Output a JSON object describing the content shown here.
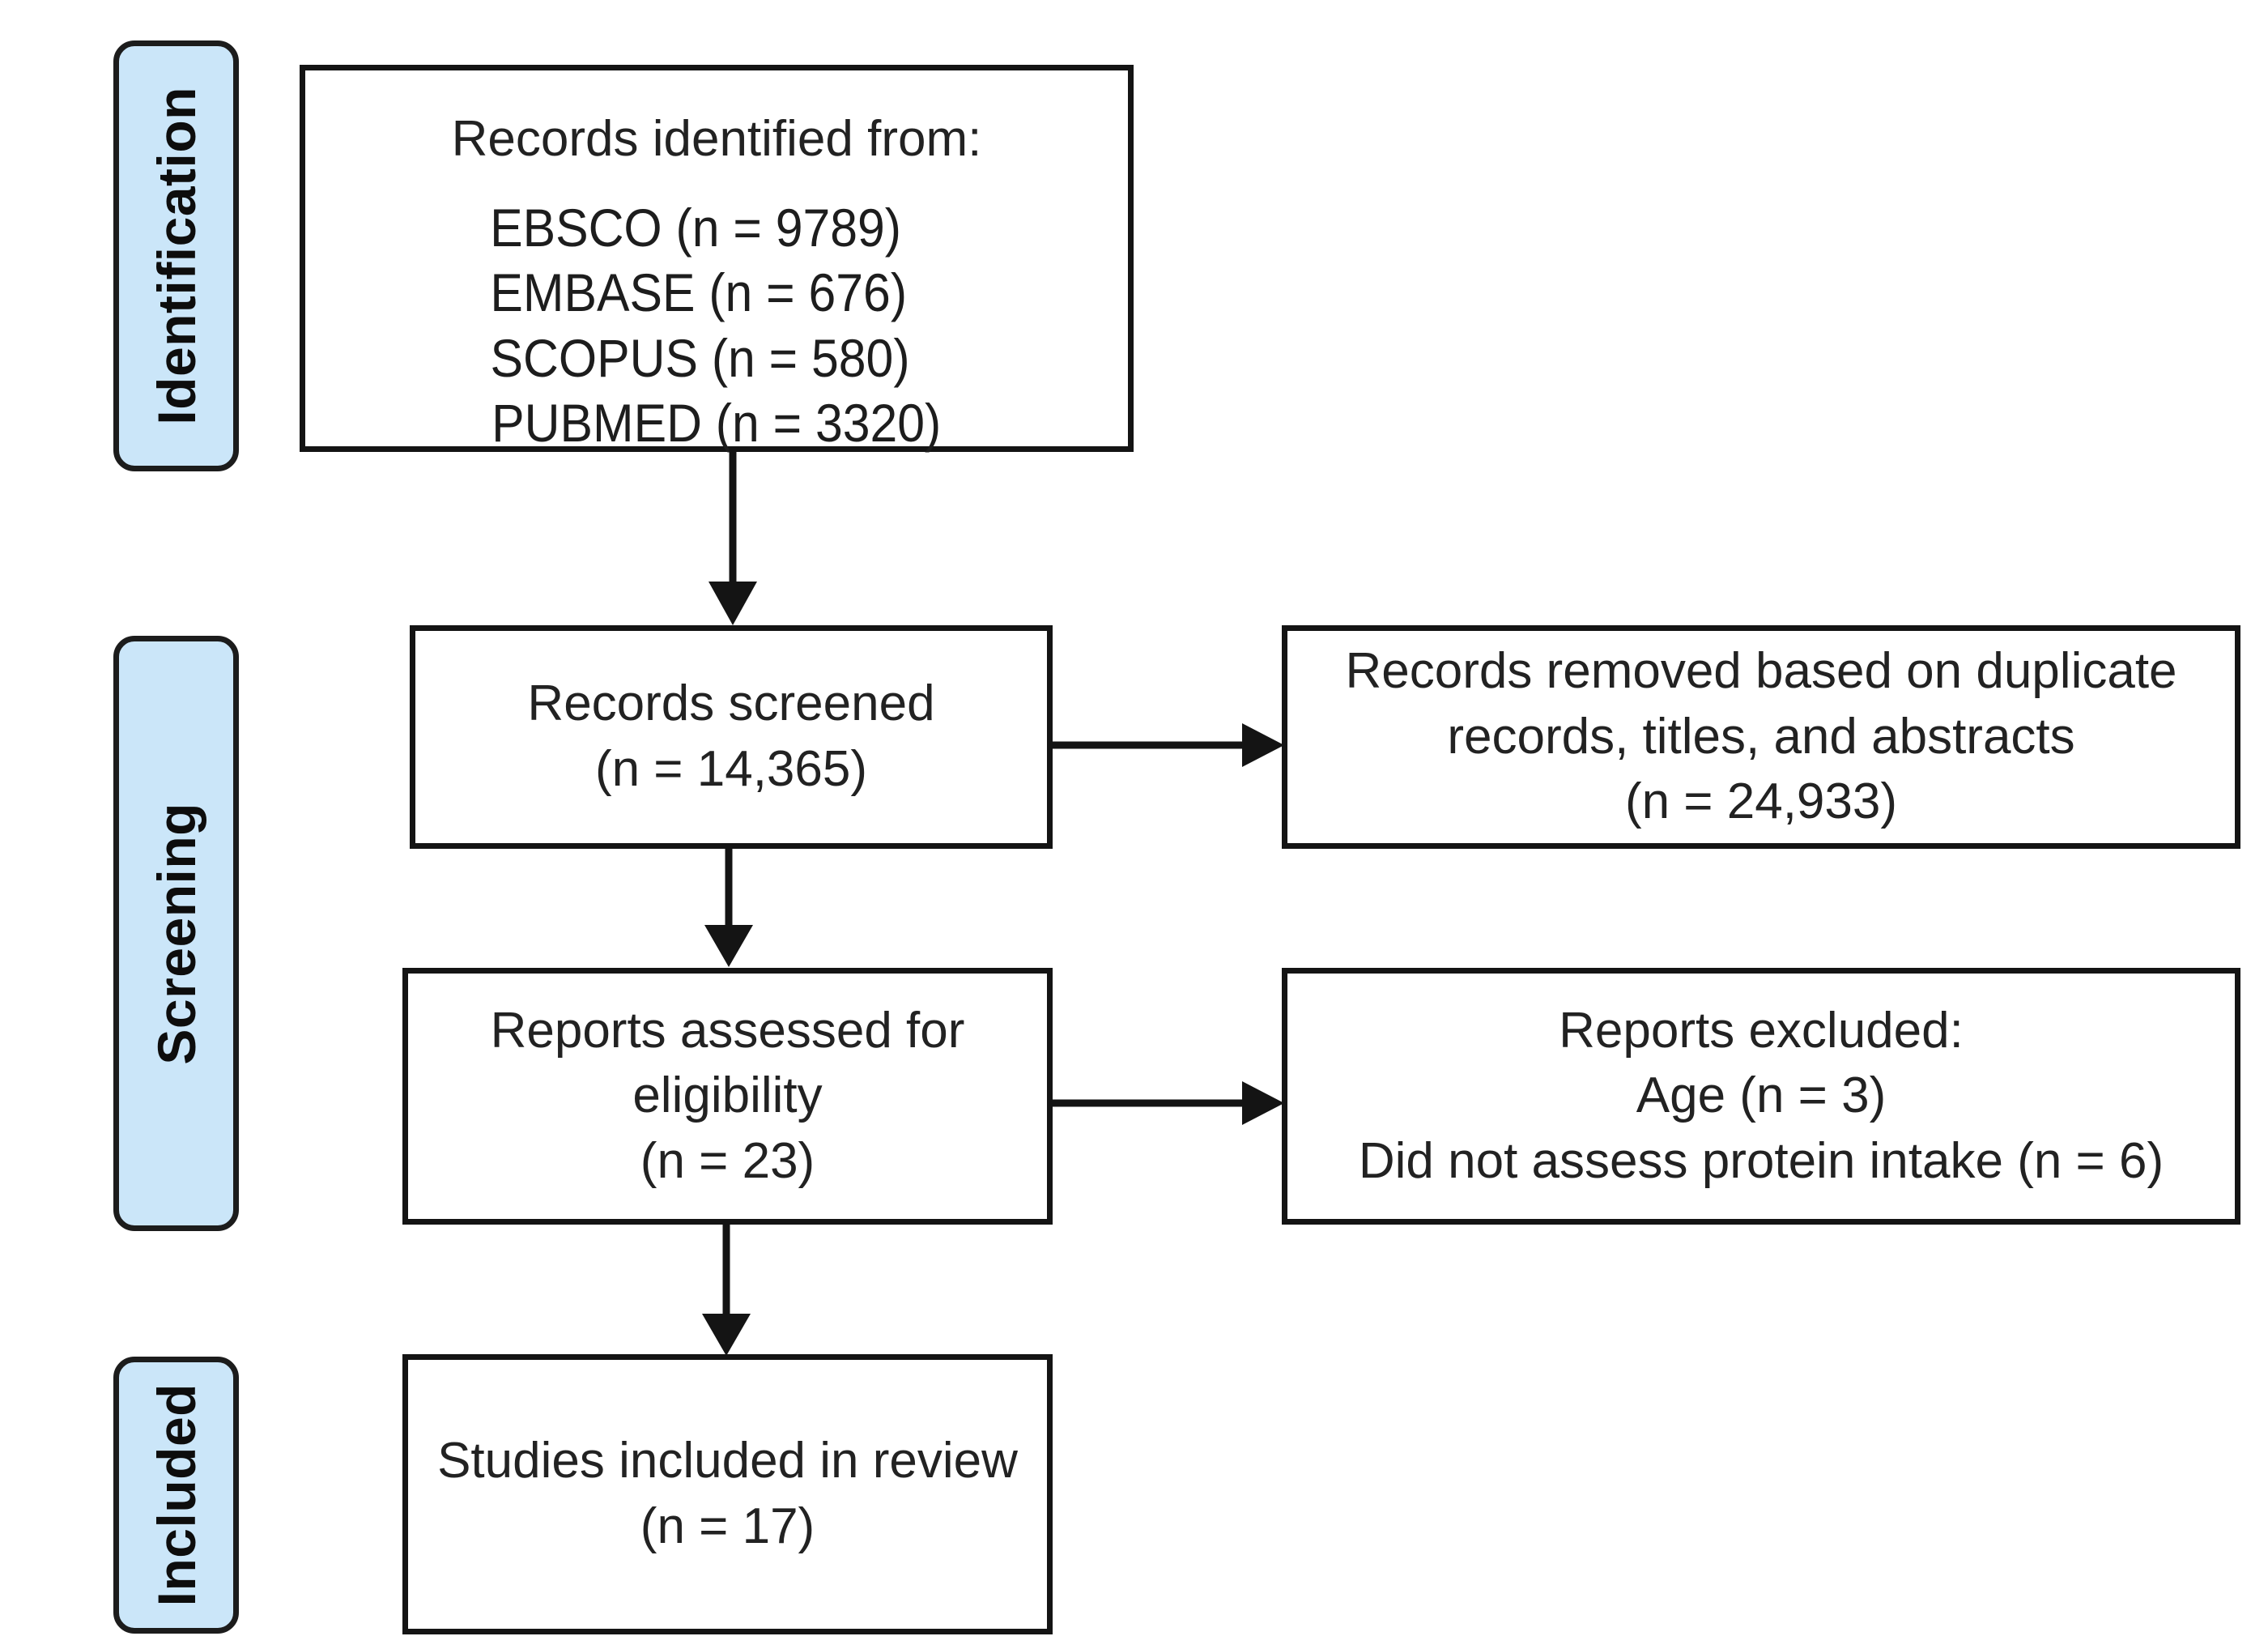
{
  "diagram": {
    "title": "PRISMA flow diagram",
    "type": "flowchart",
    "accent_color": "#cbe6f9",
    "border_color": "#141414",
    "background_color": "#ffffff"
  },
  "phases": [
    {
      "id": "identification",
      "label": "Identification"
    },
    {
      "id": "screening",
      "label": "Screening"
    },
    {
      "id": "included",
      "label": "Included"
    }
  ],
  "boxes": {
    "identified": {
      "heading": "Records identified from:",
      "sources": [
        "EBSCO (n = 9789)",
        "EMBASE (n = 676)",
        "SCOPUS (n = 580)",
        "PUBMED (n = 3320)"
      ]
    },
    "screened": {
      "line1": "Records screened",
      "line2": "(n = 14,365)"
    },
    "removed": {
      "line1": "Records removed based on duplicate",
      "line2": "records, titles, and abstracts",
      "line3": "(n = 24,933)"
    },
    "eligibility": {
      "line1": "Reports assessed for",
      "line2": "eligibility",
      "line3": "(n = 23)"
    },
    "excluded": {
      "line1": "Reports excluded:",
      "line2": "Age (n = 3)",
      "line3": "Did not assess protein intake (n = 6)"
    },
    "included": {
      "line1": "Studies included in review",
      "line2": "(n = 17)"
    }
  },
  "counts": {
    "ebsco": 9789,
    "embase": 676,
    "scopus": 580,
    "pubmed": 3320,
    "records_screened": 14365,
    "records_removed": 24933,
    "reports_assessed": 23,
    "excluded_age": 3,
    "excluded_no_protein_intake": 6,
    "studies_included": 17
  },
  "connectors": [
    {
      "id": "identified-to-screened",
      "direction": "down"
    },
    {
      "id": "screened-to-removed",
      "direction": "right"
    },
    {
      "id": "screened-to-eligibility",
      "direction": "down"
    },
    {
      "id": "eligibility-to-excluded",
      "direction": "right"
    },
    {
      "id": "eligibility-to-included",
      "direction": "down"
    }
  ]
}
